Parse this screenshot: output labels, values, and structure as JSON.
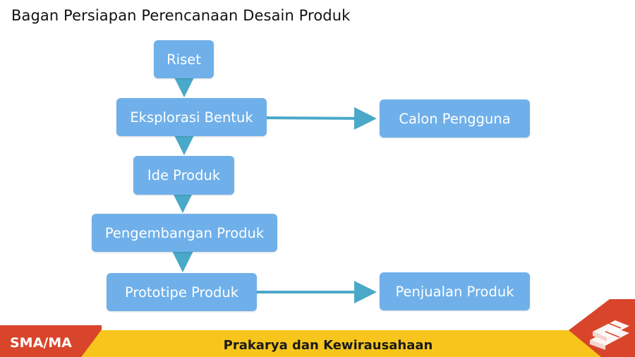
{
  "title": "Bagan Persiapan Perencanaan Desain Produk",
  "nodes": {
    "riset": "Riset",
    "eksplorasi": "Eksplorasi Bentuk",
    "ide": "Ide Produk",
    "pengembangan": "Pengembangan Produk",
    "prototipe": "Prototipe Produk",
    "calon": "Calon Pengguna",
    "penjualan": "Penjualan Produk"
  },
  "footer": {
    "left": "SMA/MA",
    "center": "Prakarya dan Kewirausahaan"
  },
  "colors": {
    "node_fill": "#6fb0ea",
    "arrow": "#4aa9c9",
    "footer_yellow": "#f7c51c",
    "footer_red": "#d8452a"
  }
}
